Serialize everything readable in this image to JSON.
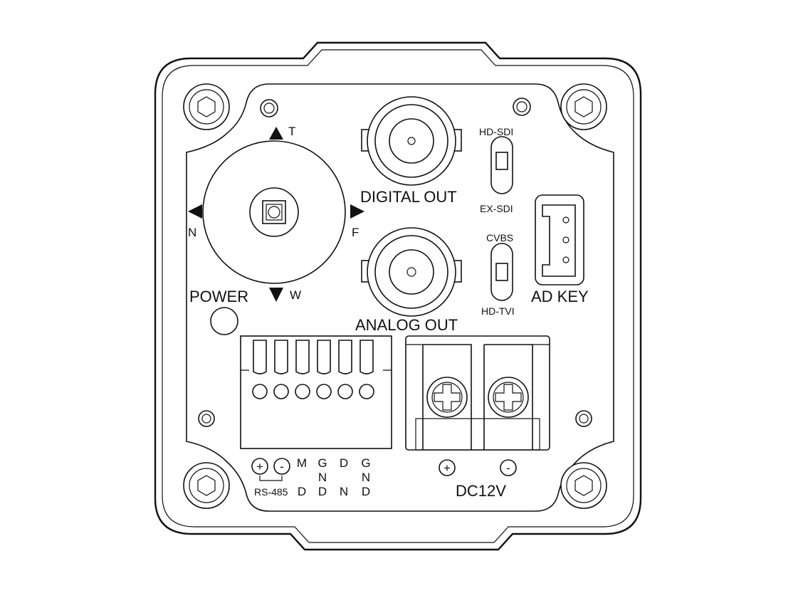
{
  "labels": {
    "zoom_tele": "T",
    "zoom_wide": "W",
    "focus_near": "N",
    "focus_far": "F",
    "power": "POWER",
    "digital_out": "DIGITAL OUT",
    "analog_out": "ANALOG OUT",
    "hd_sdi": "HD-SDI",
    "ex_sdi": "EX-SDI",
    "cvbs": "CVBS",
    "hd_tvi": "HD-TVI",
    "ad_key": "AD KEY",
    "dc12v": "DC12V",
    "rs485": "RS-485"
  },
  "terminal_block": {
    "pins": [
      {
        "top": "+",
        "bottom": ""
      },
      {
        "top": "-",
        "bottom": ""
      },
      {
        "top": "M",
        "bottom": "D"
      },
      {
        "top": "G",
        "middle": "N",
        "bottom": "D"
      },
      {
        "top": "D",
        "bottom": "N"
      },
      {
        "top": "G",
        "middle": "N",
        "bottom": "D"
      }
    ]
  },
  "power_terminal": {
    "positive": "+",
    "negative": "-"
  }
}
